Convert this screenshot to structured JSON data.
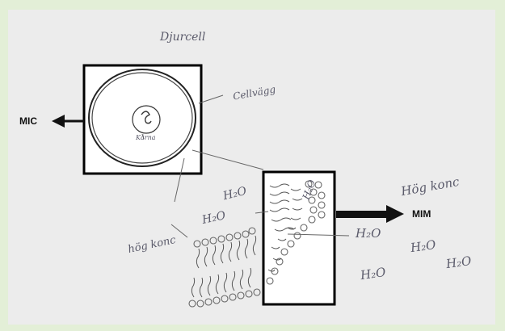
{
  "handwritten": {
    "title": "Djurcell",
    "cell_wall": "Cellvägg",
    "nucleus": "Kärna",
    "high_conc_left": "hög konc",
    "high_conc_right": "Hög konc",
    "water": "H₂O"
  },
  "callouts": {
    "left": "MIC",
    "right": "MIM"
  }
}
